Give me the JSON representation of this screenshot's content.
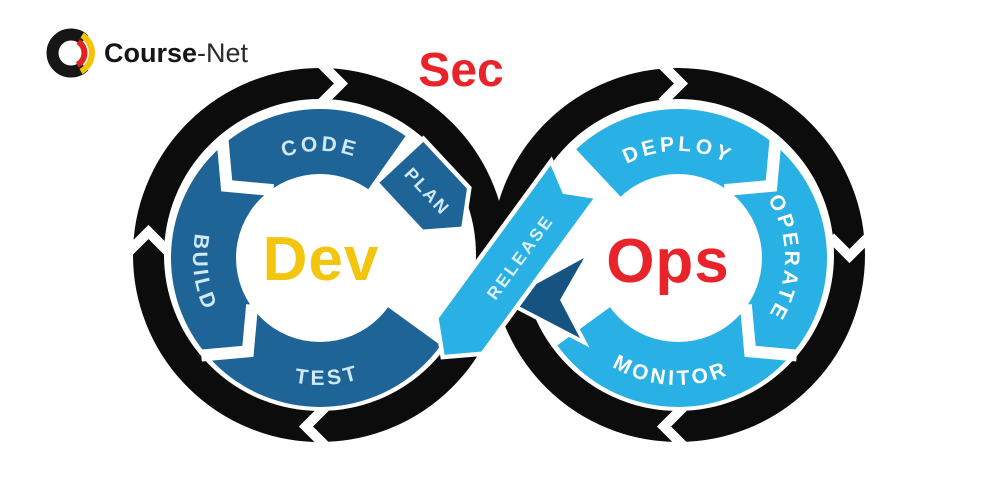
{
  "logo": {
    "brand_bold": "Course",
    "brand_light": "-Net"
  },
  "title": {
    "sec": "Sec"
  },
  "loops": {
    "dev": {
      "name": "Dev",
      "segments": {
        "code": "CODE",
        "plan": "PLAN",
        "build": "BUILD",
        "test": "TEST"
      }
    },
    "ops": {
      "name": "Ops",
      "segments": {
        "deploy": "DEPLOY",
        "operate": "OPERATE",
        "monitor": "MONITOR"
      }
    },
    "release": "RELEASE"
  },
  "colors": {
    "loop_black": "#0c0c0c",
    "dev_blue": "#1e6496",
    "ops_blue": "#29b0e4",
    "release_arrow_navy": "#175381",
    "dev_text_yellow": "#f3c50e",
    "ops_text_red": "#e8232a",
    "sec_text_red": "#e8232a",
    "segment_label_light": "#cfe9f8",
    "segment_label_white": "#ffffff",
    "release_label": "#dcf1fb",
    "logo_black": "#161616",
    "logo_gray": "#2b2b2b",
    "logo_yellow": "#f5c400",
    "logo_red": "#e02320"
  }
}
